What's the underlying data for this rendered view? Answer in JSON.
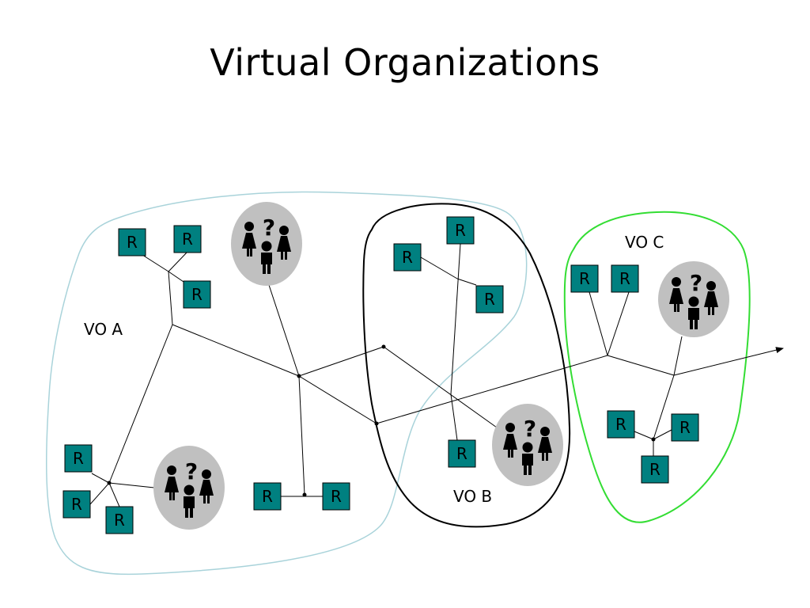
{
  "slide": {
    "title": "Virtual Organizations"
  },
  "organizations": [
    {
      "label": "VO A",
      "outline_color": "#a9d3da"
    },
    {
      "label": "VO B",
      "outline_color": "#000000"
    },
    {
      "label": "VO C",
      "outline_color": "#33dd33"
    }
  ],
  "resource_label": "R",
  "user_group": {
    "mark": "?",
    "icon": "user-group-icon"
  },
  "colors": {
    "resource_fill": "#008080",
    "group_fill": "#c0c0c0"
  }
}
